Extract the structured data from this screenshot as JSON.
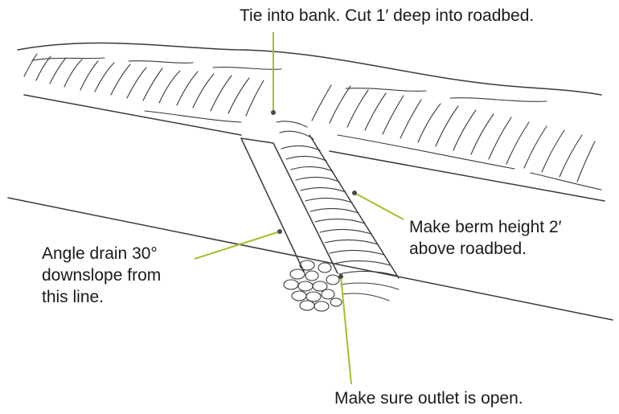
{
  "annotations": {
    "tie_into_bank": "Tie into bank. Cut 1′ deep into roadbed.",
    "berm_height": [
      "Make berm height 2′",
      "above roadbed."
    ],
    "angle_drain": [
      "Angle drain 30°",
      "downslope from",
      "this line."
    ],
    "outlet_open": "Make sure outlet is open."
  },
  "colors": {
    "leader_line": "#a6bf2a",
    "sketch_line": "#3a3a3a",
    "text": "#1a1a1a",
    "background": "#ffffff"
  }
}
